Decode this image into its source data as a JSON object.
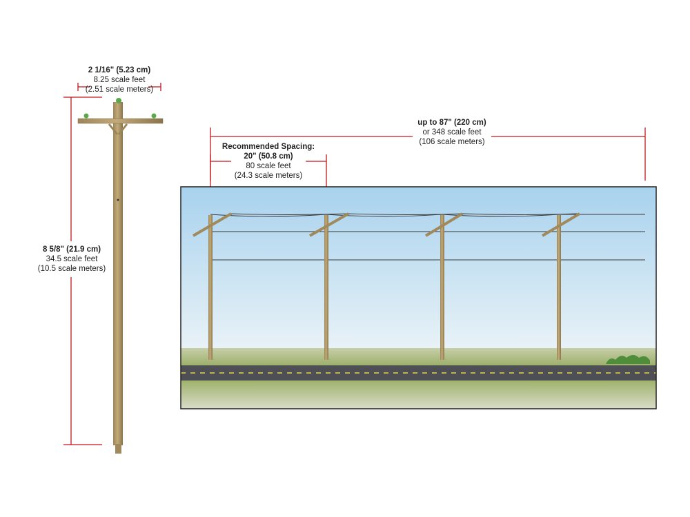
{
  "colors": {
    "dimension_line": "#c4161c",
    "pole_wood": "#b39a6a",
    "pole_shade": "#8f7a50",
    "sky_top": "#a9d3ee",
    "sky_bottom": "#f4f8f9",
    "grass": "#9cae6e",
    "road": "#4d4f55",
    "road_stripe": "#e9d54a",
    "insulator": "#5aa84a"
  },
  "width_dimension": {
    "title": "2 1/16\" (5.23 cm)",
    "line2": "8.25 scale feet",
    "line3": "(2.51 scale meters)"
  },
  "height_dimension": {
    "title": "8 5/8\" (21.9 cm)",
    "line2": "34.5 scale feet",
    "line3": "(10.5 scale meters)"
  },
  "total_span": {
    "title": "up to 87\" (220 cm)",
    "line2": "or 348 scale feet",
    "line3": "(106 scale meters)"
  },
  "spacing": {
    "heading": "Recommended Spacing:",
    "title": "20\" (50.8 cm)",
    "line2": "80 scale feet",
    "line3": "(24.3 scale meters)"
  }
}
